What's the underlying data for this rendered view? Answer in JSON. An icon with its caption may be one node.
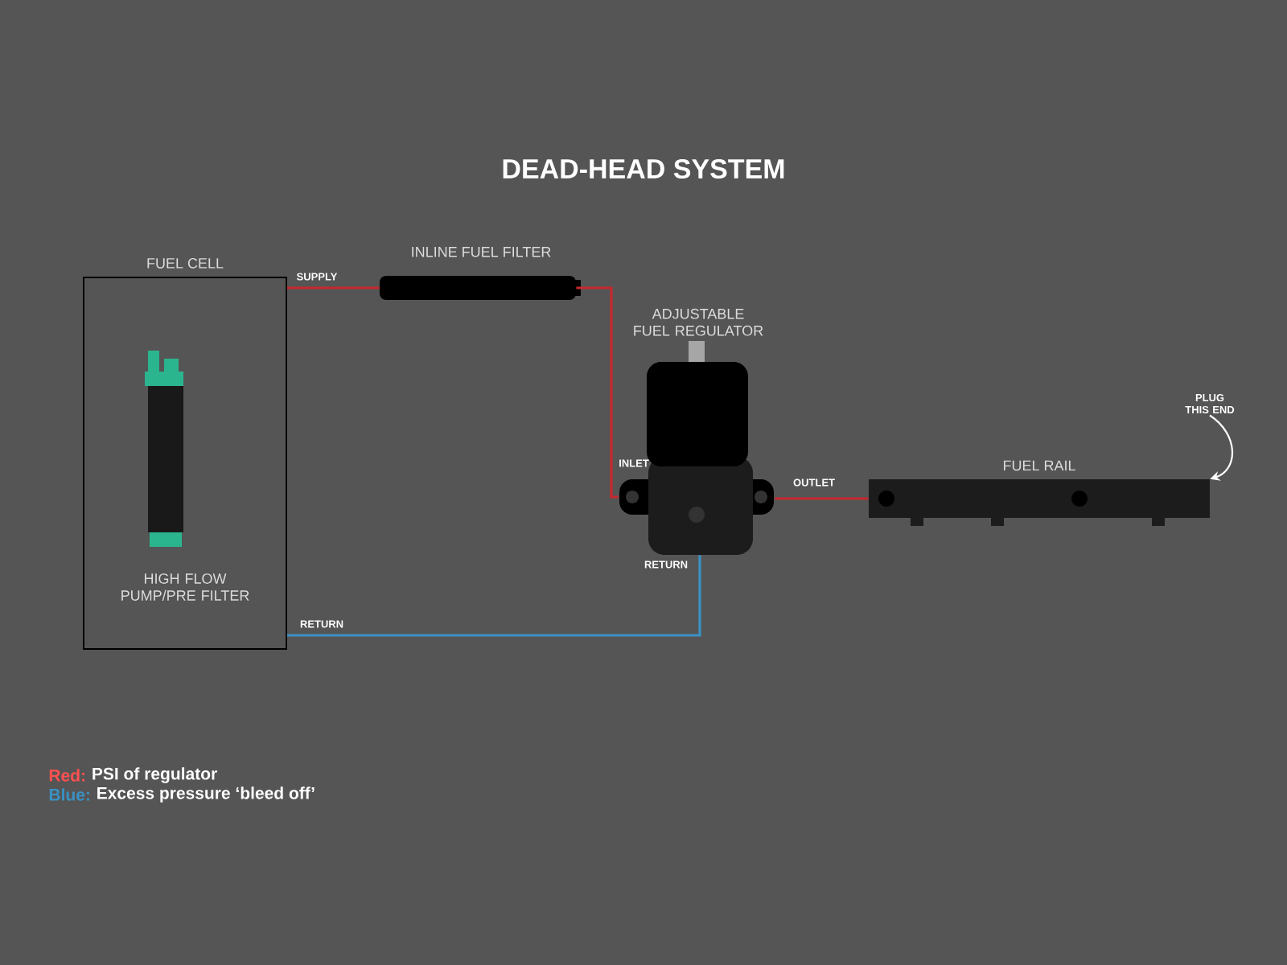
{
  "diagram": {
    "title": "DEAD-HEAD SYSTEM",
    "nodes": [
      {
        "text": [
          "FUEL CELL"
        ]
      },
      {
        "text": [
          "HIGH FLOW PUMP/PRE FILTER"
        ],
        "in": 0
      },
      {
        "text": [
          "INLINE FUEL FILTER"
        ]
      },
      {
        "text": [
          "ADJUSTABLE FUEL REGULATOR"
        ]
      },
      {
        "text": [
          "FUEL RAIL"
        ]
      },
      {
        "text": [
          "PLUG THIS END"
        ]
      }
    ],
    "edges": [
      {
        "from": 0,
        "to": 2,
        "arrow": "none",
        "label": "SUPPLY"
      },
      {
        "from": 2,
        "to": 3,
        "arrow": "none",
        "label": "INLET"
      },
      {
        "from": 3,
        "to": 4,
        "arrow": "none",
        "label": "OUTLET"
      },
      {
        "from": 3,
        "to": 0,
        "arrow": "none",
        "label": "RETURN",
        "color": "#3a92c4"
      },
      {
        "from": 5,
        "to": 4,
        "arrow": "to",
        "color": "#ffffff"
      }
    ],
    "labels": [
      "RETURN",
      "Red:",
      "Blue:"
    ],
    "legend": [
      {
        "text": "PSI of regulator",
        "color": "#ff5050"
      },
      {
        "text": "Excess pressure ‘bleed off’",
        "color": "#3a92c4"
      }
    ]
  }
}
